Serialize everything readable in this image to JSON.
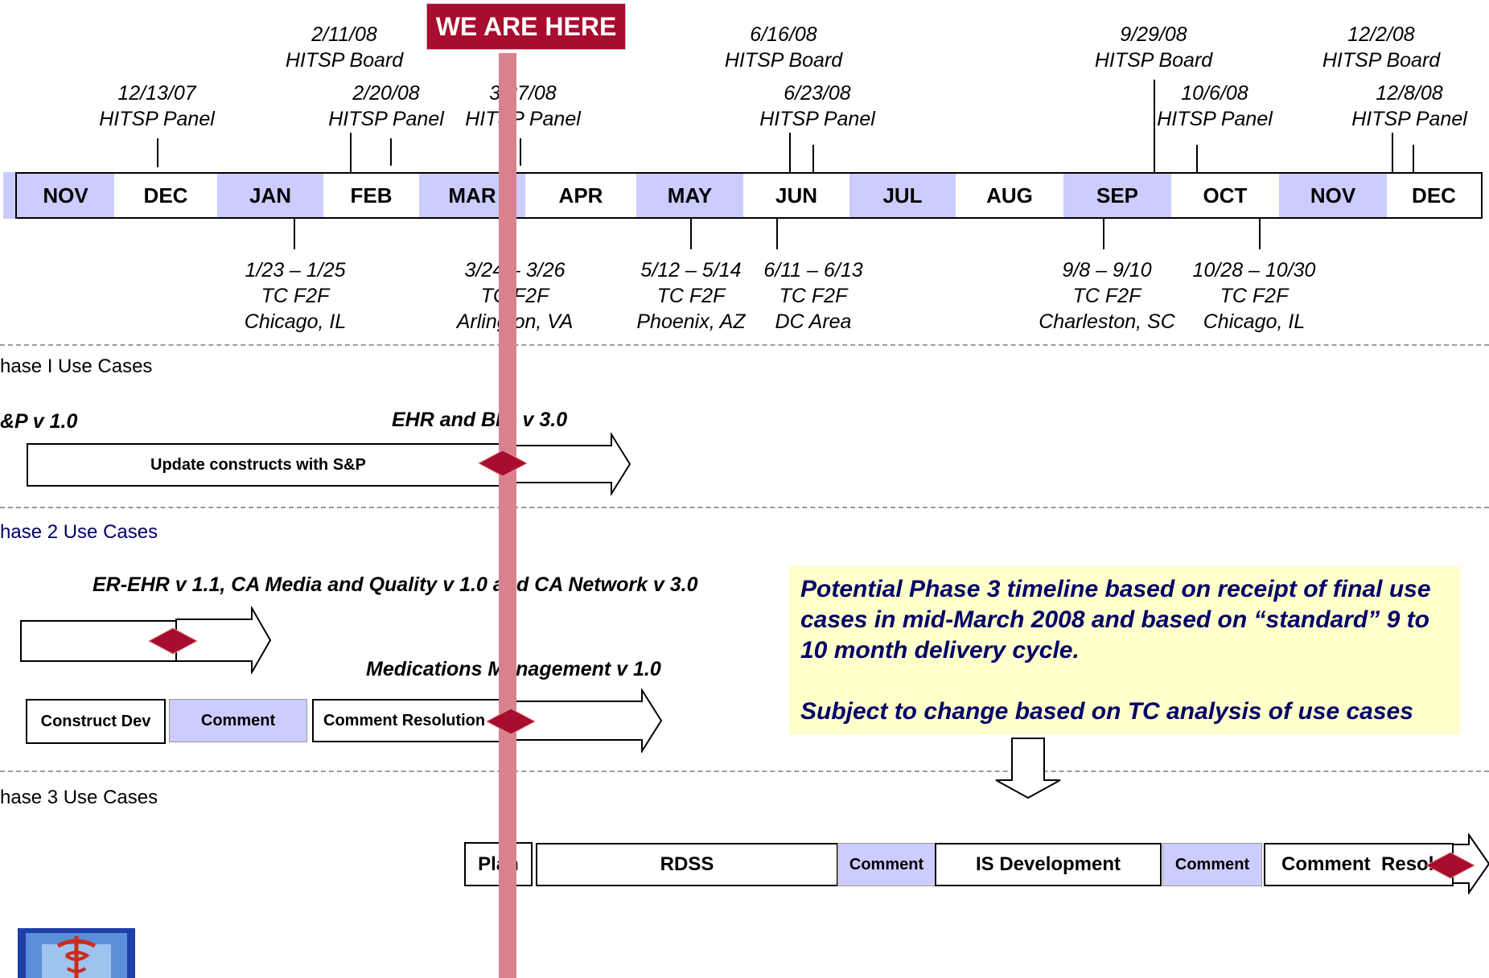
{
  "top_annotations": [
    {
      "date": "12/13/07",
      "event": "HITSP Panel"
    },
    {
      "date": "2/11/08",
      "event": "HITSP Board"
    },
    {
      "date": "2/20/08",
      "event": "HITSP Panel"
    },
    {
      "date": "3/27/08",
      "event": "HITSP Panel"
    },
    {
      "date": "6/16/08",
      "event": "HITSP Board"
    },
    {
      "date": "6/23/08",
      "event": "HITSP Panel"
    },
    {
      "date": "9/29/08",
      "event": "HITSP Board"
    },
    {
      "date": "10/6/08",
      "event": "HITSP Panel"
    },
    {
      "date": "12/2/08",
      "event": "HITSP Board"
    },
    {
      "date": "12/8/08",
      "event": "HITSP Panel"
    }
  ],
  "months": [
    "NOV",
    "DEC",
    "JAN",
    "FEB",
    "MAR",
    "APR",
    "MAY",
    "JUN",
    "JUL",
    "AUG",
    "SEP",
    "OCT",
    "NOV",
    "DEC"
  ],
  "bottom_annotations": [
    {
      "dates": "1/23 – 1/25",
      "event": "TC F2F",
      "place": "Chicago, IL"
    },
    {
      "dates": "3/24 – 3/26",
      "event": "TC F2F",
      "place": "Arlington, VA"
    },
    {
      "dates": "5/12 – 5/14",
      "event": "TC F2F",
      "place": "Phoenix, AZ"
    },
    {
      "dates": "6/11 – 6/13",
      "event": "TC F2F",
      "place": "DC Area"
    },
    {
      "dates": "9/8 – 9/10",
      "event": "TC F2F",
      "place": "Charleston, SC"
    },
    {
      "dates": "10/28 – 10/30",
      "event": "TC F2F",
      "place": "Chicago, IL"
    }
  ],
  "we_are_here": "WE ARE HERE",
  "phase1": {
    "label": "hase I Use Cases",
    "title_left": "&P v 1.0",
    "title_right": "EHR and BIO v 3.0",
    "bar_label": "Update constructs with S&P"
  },
  "phase2": {
    "label": "hase 2 Use Cases",
    "title_1": "ER-EHR v 1.1, CA Media and Quality v 1.0 and CA Network v 3.0",
    "title_2": "Medications Management v 1.0",
    "boxes": [
      "Construct Dev",
      "Comment",
      "Comment Resolution"
    ]
  },
  "note": {
    "line1": "Potential Phase 3 timeline based on receipt of final use cases in mid-March 2008 and based on “standard” 9 to 10 month delivery cycle.",
    "line2": "Subject to change based on TC analysis of use cases"
  },
  "phase3": {
    "label": "hase 3 Use Cases",
    "boxes": [
      "Plan",
      "RDSS",
      "Comment",
      "IS Development",
      "Comment",
      "Comment  Resolution"
    ]
  },
  "colors": {
    "marker": "#a80c2e",
    "we_are_here_bar": "#d9828f",
    "month_shade": "#ccccff",
    "note_bg": "#ffffcc",
    "phase2_label": "#000066"
  }
}
